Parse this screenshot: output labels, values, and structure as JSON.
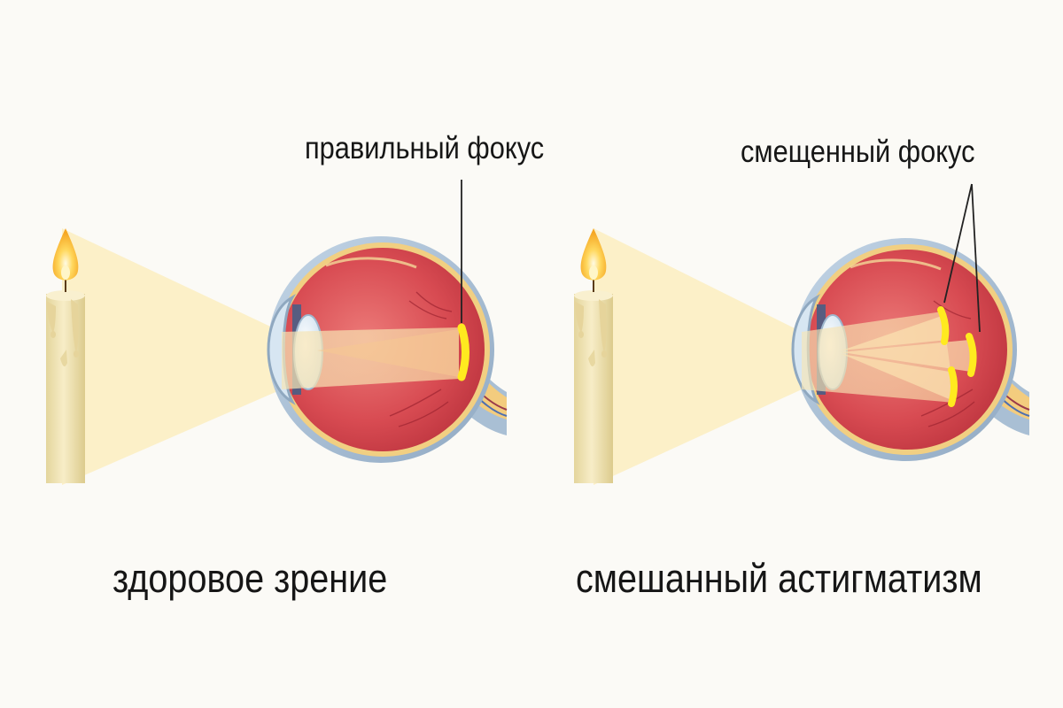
{
  "colors": {
    "background": "#fbfaf6",
    "light_beam": "#fbedbf",
    "candle": "#efe2b2",
    "flame": "#fbbd39",
    "sclera": "#a2bad2",
    "vitreous": "#d74850",
    "lens": "#e8f2f9",
    "focus_mark": "#ffea1f",
    "optic_nerve": "#f3cc7e",
    "label_text": "#161616"
  },
  "panels": [
    {
      "id": "healthy",
      "caption": "здоровое зрение",
      "callout": "правильный фокус",
      "focus_points": 1
    },
    {
      "id": "astigmatism",
      "caption": "смешанный астигматизм",
      "callout": "смещенный фокус",
      "focus_points": 3
    }
  ]
}
